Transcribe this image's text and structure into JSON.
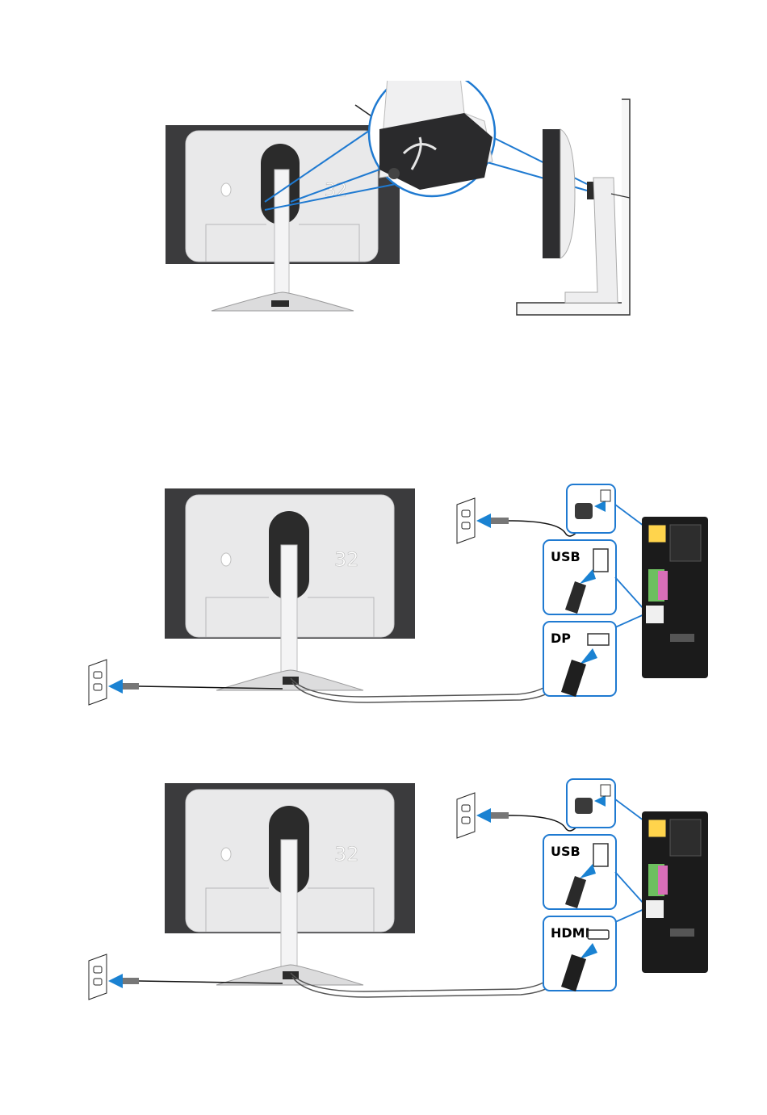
{
  "figures": [
    {
      "id": "cable-routing",
      "labels": []
    },
    {
      "id": "dp-connection",
      "labels": {
        "usb": "USB",
        "video": "DP"
      }
    },
    {
      "id": "hdmi-connection",
      "labels": {
        "usb": "USB",
        "video": "HDMI"
      }
    }
  ],
  "colors": {
    "monitor_frame": "#3b3b3d",
    "monitor_back": "#e9e9ea",
    "stand_neck": "#2b2b2b",
    "callout_blue": "#1f7ad1",
    "arrow_blue": "#1a82d2",
    "tower": "#1b1b1b"
  }
}
